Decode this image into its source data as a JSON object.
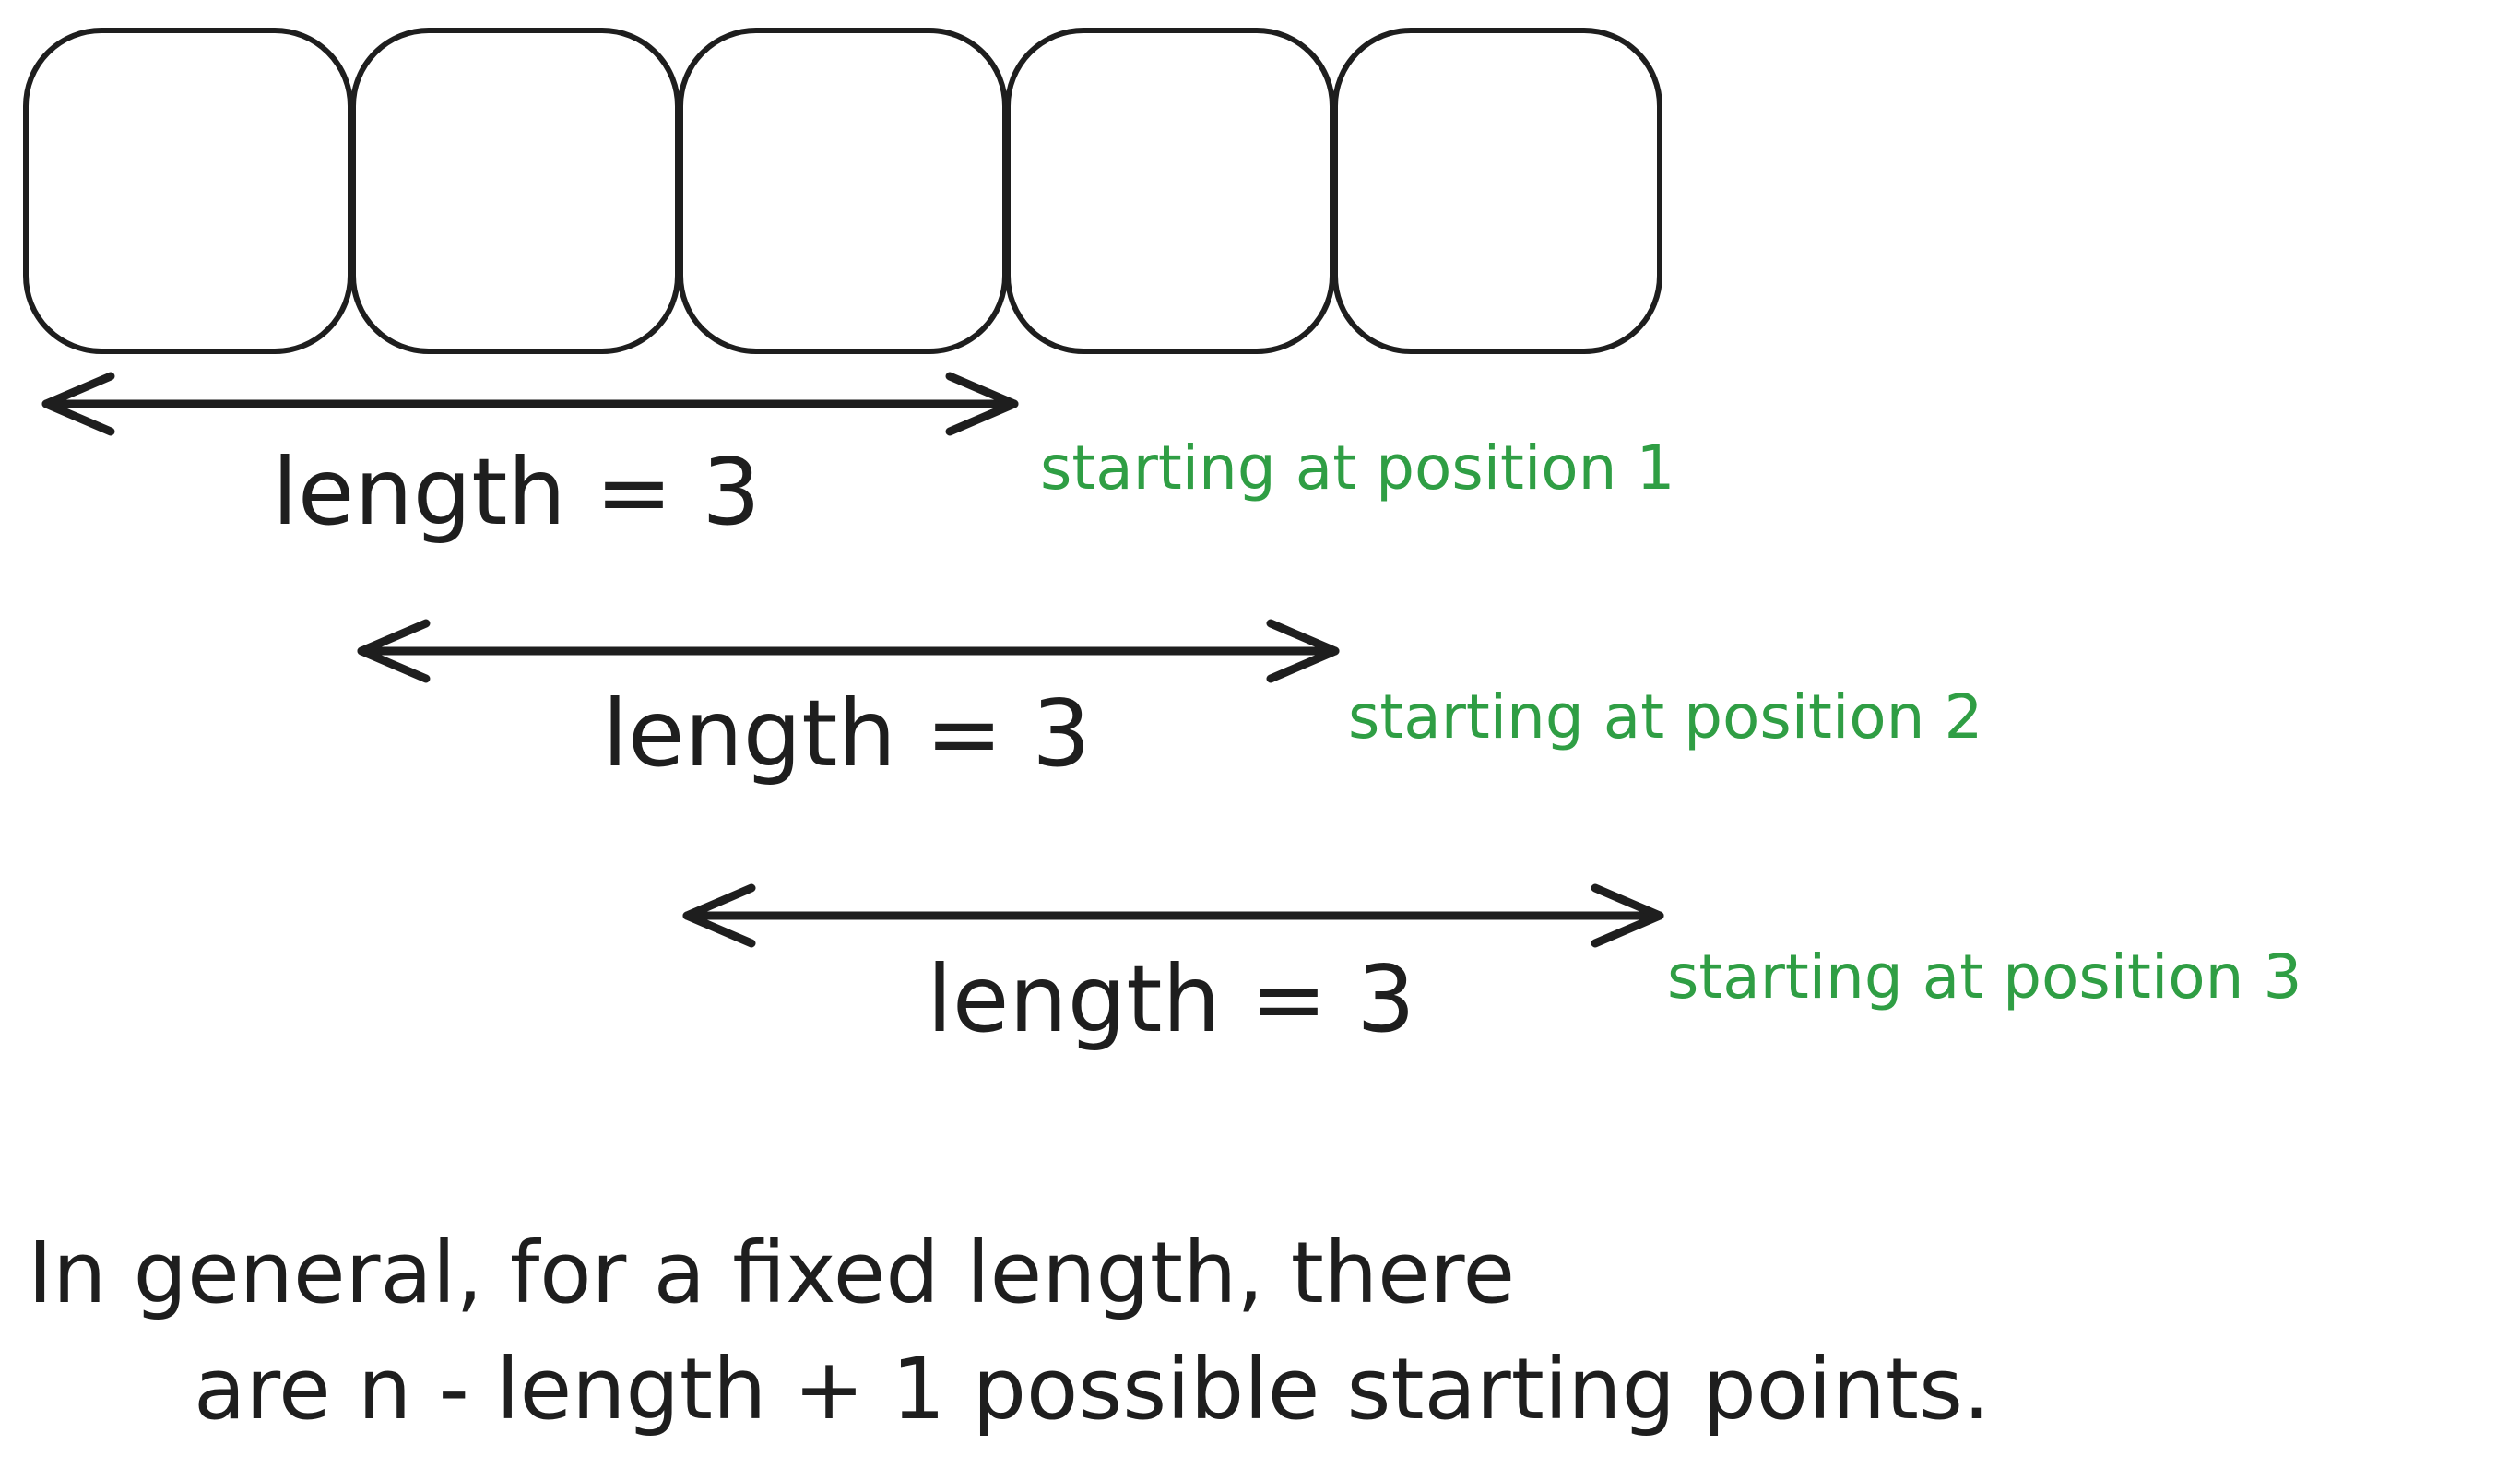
{
  "cells": {
    "count": 5,
    "stroke_color": "#1e1e1e",
    "fill_color": "#ffffff"
  },
  "windows": [
    {
      "length_label": "length = 3",
      "start_label": "starting at position 1"
    },
    {
      "length_label": "length = 3",
      "start_label": "starting at position 2"
    },
    {
      "length_label": "length = 3",
      "start_label": "starting at position 3"
    }
  ],
  "colors": {
    "ink": "#1e1e1e",
    "accent": "#2f9e44"
  },
  "note": {
    "line1": "In general, for a fixed length, there",
    "line2": "are n - length + 1 possible starting points."
  }
}
